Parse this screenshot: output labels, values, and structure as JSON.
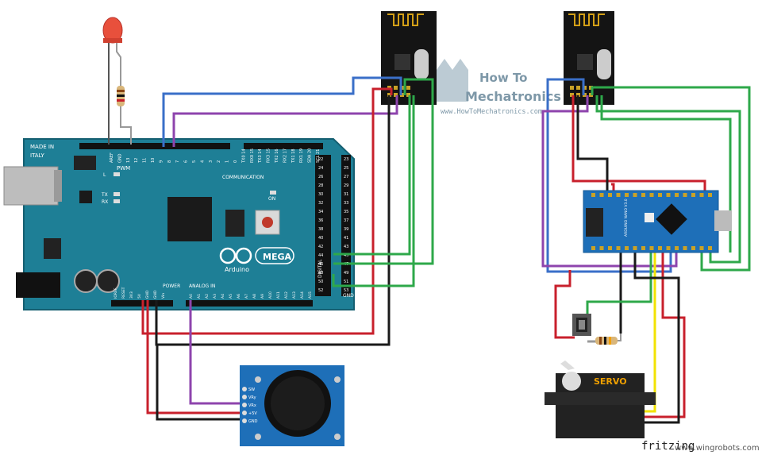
{
  "colors": {
    "board": "#1e7f96",
    "board_dark": "#166a7e",
    "nano": "#1e6fb8",
    "module_black": "#141414",
    "wire_red": "#c8202c",
    "wire_blue": "#3a6fc8",
    "wire_purple": "#8e44ad",
    "wire_green": "#2ea84a",
    "wire_black": "#1a1a1a",
    "wire_yellow": "#f2e200",
    "wire_gray": "#8a8a8a",
    "servo_body": "#222222",
    "servo_label": "#f0a000",
    "led": "#e8503c"
  },
  "mega": {
    "made_in": "MADE IN",
    "country": "ITALY",
    "pwm": "PWM",
    "communication": "COMMUNICATION",
    "logo_text": "MEGA",
    "arduino": "Arduino",
    "power": "POWER",
    "analog_in": "ANALOG IN",
    "digital": "DIGITAL",
    "tx": "TX",
    "rx": "RX",
    "l": "L",
    "on": "ON",
    "gnd": "GND",
    "header_top_labels": [
      "AREF",
      "GND",
      "13",
      "12",
      "11",
      "10",
      "9",
      "8",
      "7",
      "6",
      "5",
      "4",
      "3",
      "2",
      "1",
      "0",
      "TX0 14",
      "RX0 15",
      "TX3 14",
      "RX3 15",
      "TX2 16",
      "RX2 17",
      "TX1 18",
      "RX1 19",
      "SDA 20",
      "SCL 21"
    ],
    "digital_right_pins": [
      "22",
      "24",
      "26",
      "28",
      "30",
      "32",
      "34",
      "36",
      "38",
      "40",
      "42",
      "44",
      "46",
      "48",
      "50",
      "52"
    ],
    "digital_right_pins_b": [
      "23",
      "25",
      "27",
      "29",
      "31",
      "33",
      "35",
      "37",
      "39",
      "41",
      "43",
      "45",
      "47",
      "49",
      "51",
      "53"
    ],
    "power_pins": [
      "IOREF",
      "RESET",
      "3V3",
      "5V",
      "GND",
      "GND",
      "Vin"
    ],
    "analog_pins": [
      "A0",
      "A1",
      "A2",
      "A3",
      "A4",
      "A5",
      "A6",
      "A7",
      "A8",
      "A9",
      "A10",
      "A11",
      "A12",
      "A13",
      "A14",
      "A15"
    ]
  },
  "joystick": {
    "pins": [
      "GND",
      "+5V",
      "VRx",
      "VRy",
      "SW"
    ]
  },
  "nano": {
    "name": "ARDUINO NANO V3.0"
  },
  "servo": {
    "label": "SERVO"
  },
  "watermark": {
    "title_line1": "How To",
    "title_line2": "Mechatronics",
    "url": "www.HowToMechatronics.com"
  },
  "footer": {
    "fritzing": "fritzing",
    "site": "www.wingrobots.com"
  }
}
